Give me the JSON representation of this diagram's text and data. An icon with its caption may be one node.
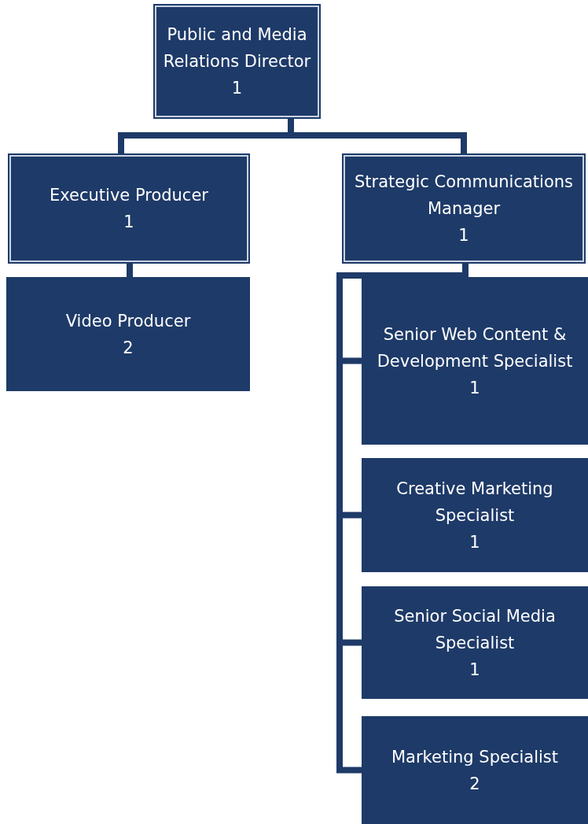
{
  "diagram": {
    "nodes": [
      {
        "text": [
          "Public and Media Relations Director",
          "1"
        ]
      },
      {
        "text": [
          "Executive Producer",
          "1"
        ]
      },
      {
        "text": [
          "Strategic Communications Manager",
          "1"
        ]
      },
      {
        "text": [
          "Video Producer",
          "2"
        ]
      },
      {
        "text": [
          "Senior Web Content & Development Specialist",
          "1"
        ]
      },
      {
        "text": [
          "Creative Marketing Specialist",
          "1"
        ]
      },
      {
        "text": [
          "Senior Social Media Specialist",
          "1"
        ]
      },
      {
        "text": [
          "Marketing Specialist",
          "2"
        ]
      }
    ],
    "edges": [
      {
        "from": 0,
        "to": 1,
        "arrow": "none"
      },
      {
        "from": 0,
        "to": 2,
        "arrow": "none"
      },
      {
        "from": 1,
        "to": 3,
        "arrow": "none"
      },
      {
        "from": 2,
        "to": 4,
        "arrow": "none"
      },
      {
        "from": 2,
        "to": 5,
        "arrow": "none"
      },
      {
        "from": 2,
        "to": 6,
        "arrow": "none"
      },
      {
        "from": 2,
        "to": 7,
        "arrow": "none"
      }
    ]
  }
}
